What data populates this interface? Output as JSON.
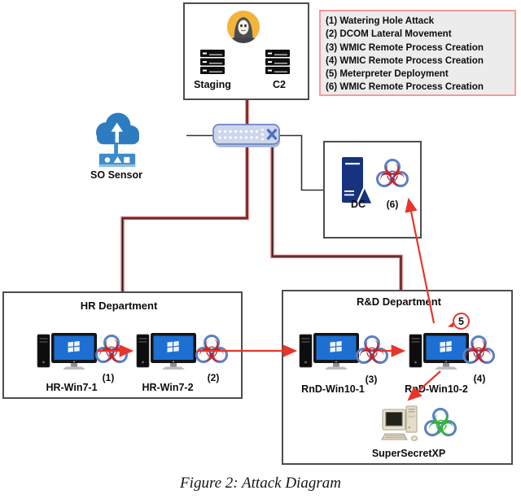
{
  "figure": {
    "caption": "Figure 2: Attack Diagram"
  },
  "legend": {
    "items": [
      "(1) Watering Hole Attack",
      "(2) DCOM Lateral Movement",
      "(3) WMIC Remote Process Creation",
      "(4) WMIC Remote Process Creation",
      "(5) Meterpreter Deployment",
      "(6) WMIC Remote Process Creation"
    ]
  },
  "attacker_infra": {
    "staging_label": "Staging",
    "c2_label": "C2"
  },
  "sensor": {
    "label": "SO Sensor"
  },
  "dc": {
    "label": "DC",
    "step": "(6)"
  },
  "hr": {
    "title": "HR Department",
    "hosts": [
      {
        "name": "HR-Win7-1",
        "step": "(1)"
      },
      {
        "name": "HR-Win7-2",
        "step": "(2)"
      }
    ]
  },
  "rnd": {
    "title": "R&D Department",
    "hosts": [
      {
        "name": "RnD-Win10-1",
        "step": "(3)"
      },
      {
        "name": "RnD-Win10-2",
        "step": "(4)"
      }
    ],
    "loop_step": "5",
    "secret_host": "SuperSecretXP"
  },
  "icons": {
    "biohazard": "☣"
  },
  "colors": {
    "accent-red": "#e8352a",
    "bio-red": "#c42127",
    "bio-green": "#2db92d",
    "ring-blue": "#5b80c2",
    "cloud-blue": "#2e7cc0",
    "sensor-blue": "#3d8bcb",
    "navy-server": "#16337f",
    "attacker-amber": "#f3b43c",
    "legend-border": "#f29b9b",
    "legend-bg": "#ececec",
    "box-border": "#4d4d4d",
    "red-line": "#dd5353"
  }
}
